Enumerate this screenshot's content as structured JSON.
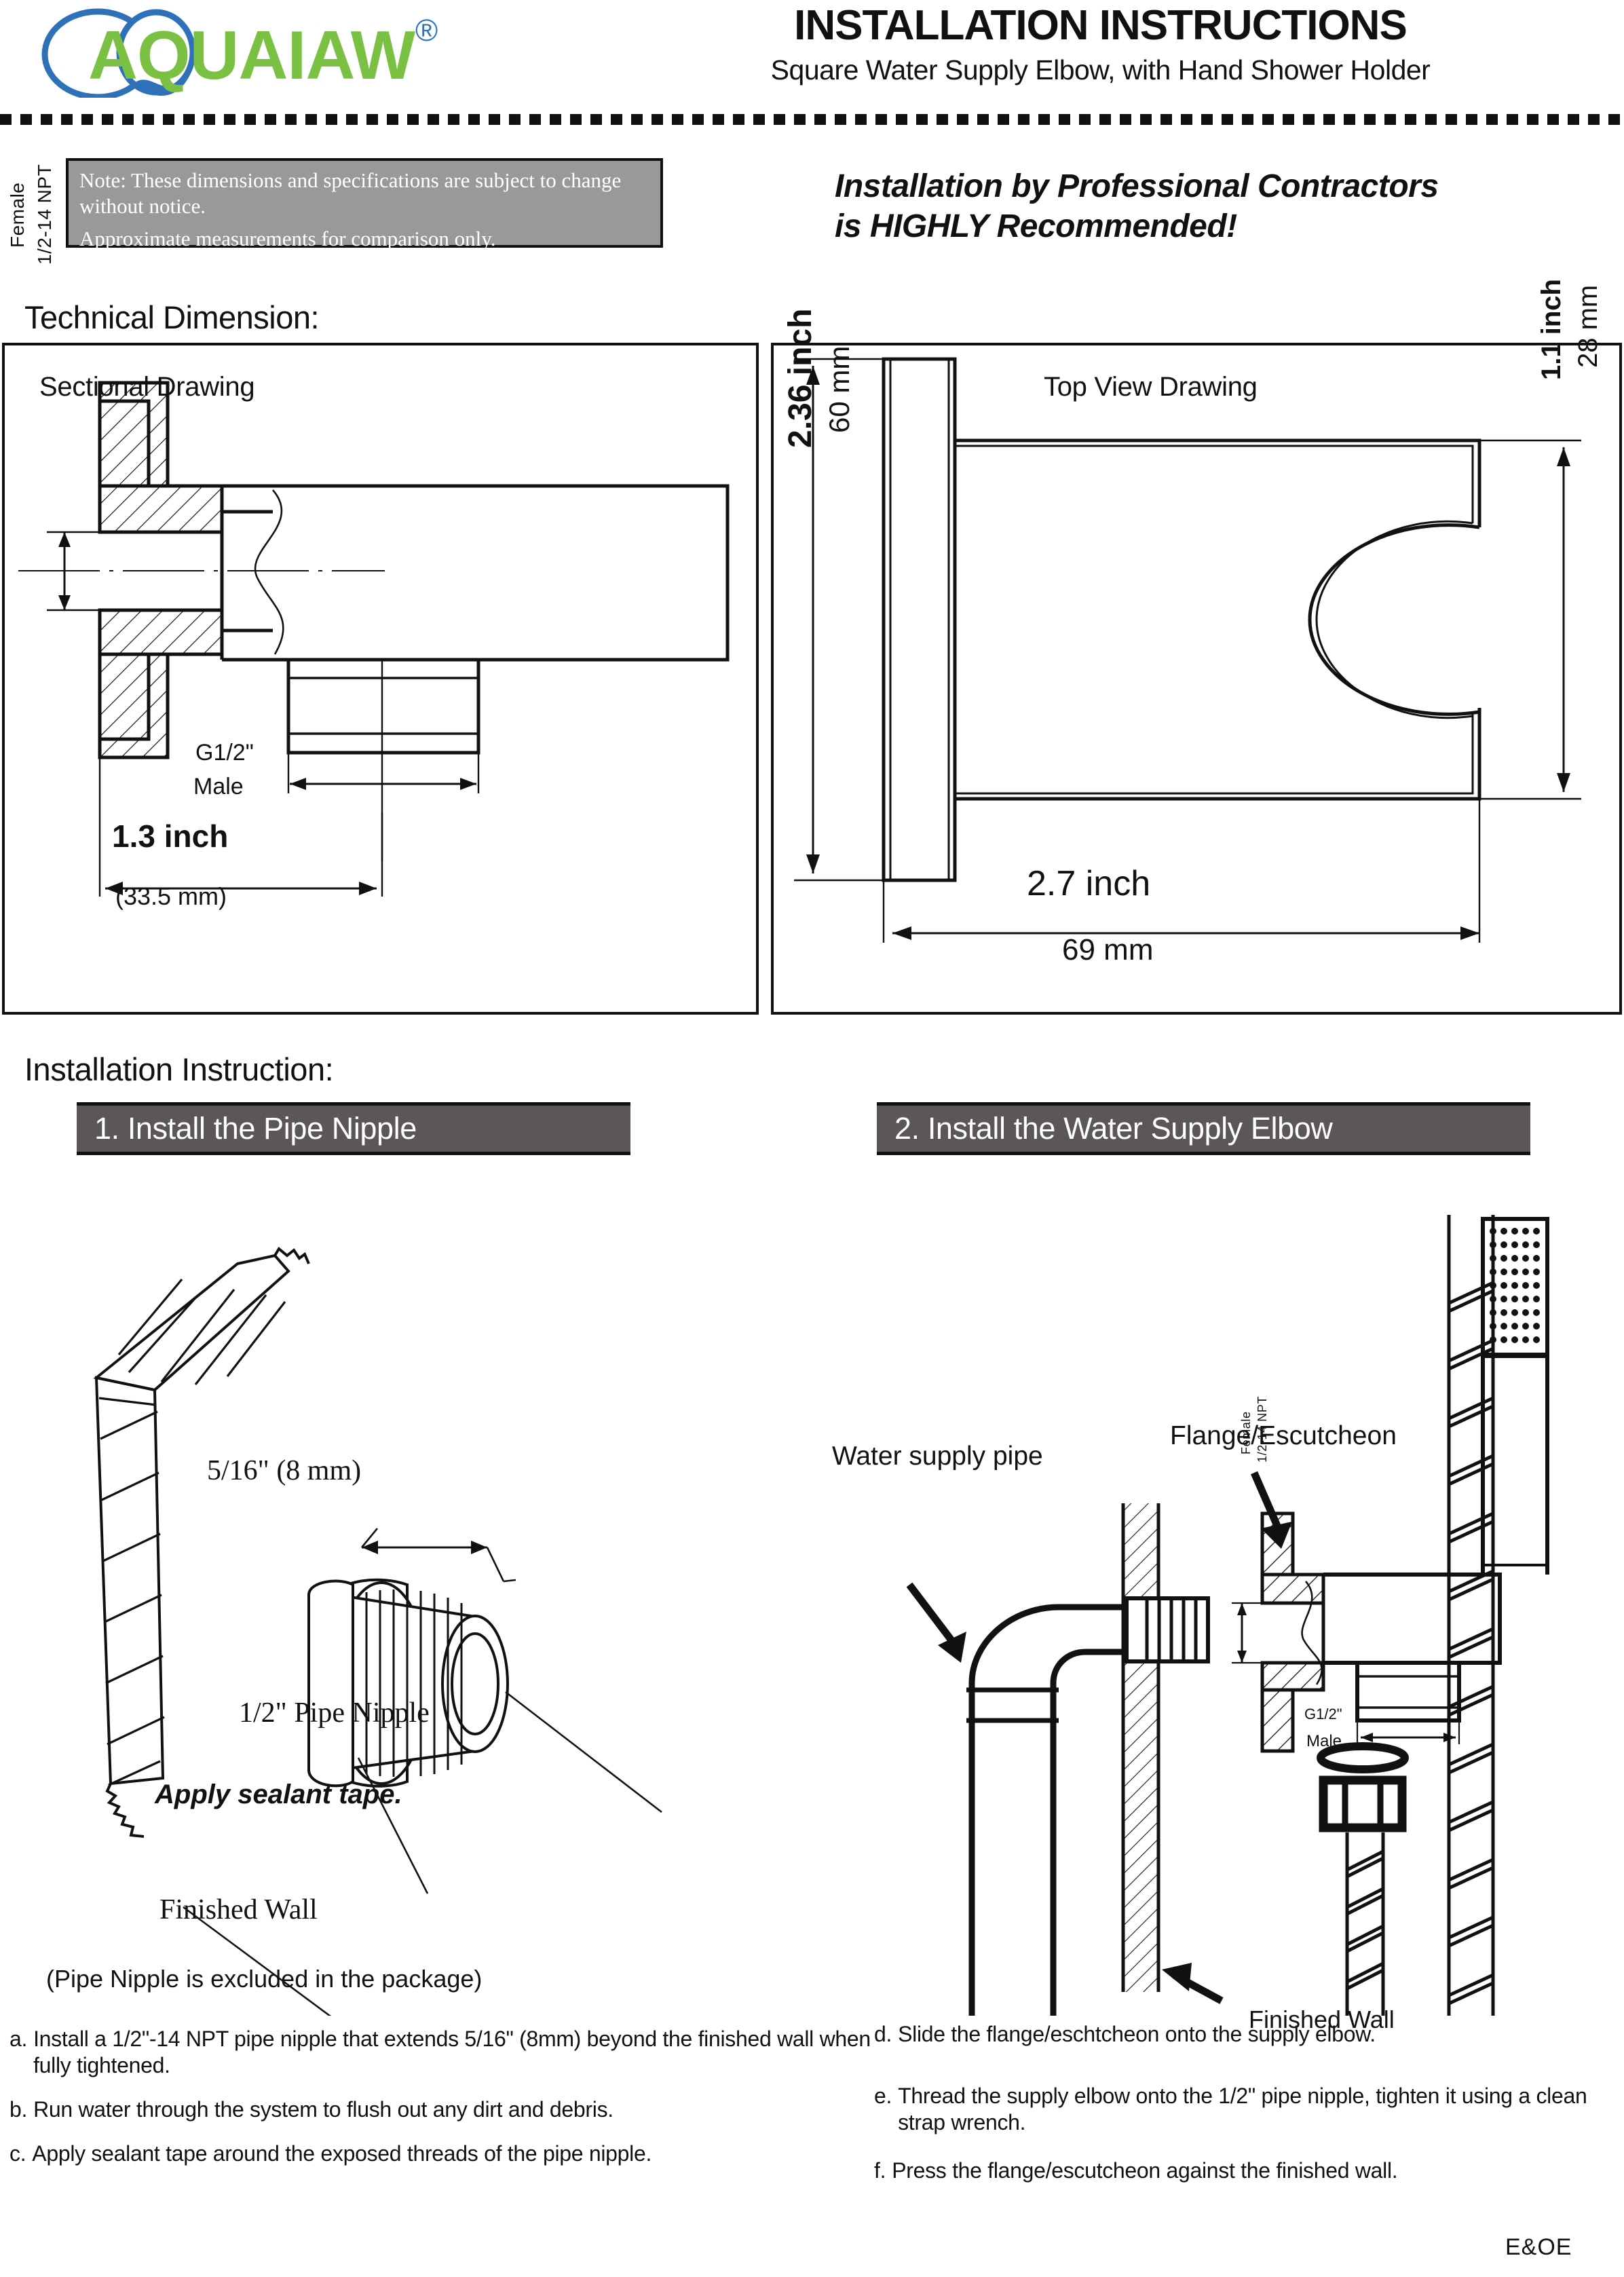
{
  "brand": {
    "name": "AQUAIAW",
    "registered_mark": "®",
    "logo_ellipse_color": "#2e71b8",
    "logo_text_color": "#7ac143",
    "logo_wave_color": "#2e71b8"
  },
  "header": {
    "title": "INSTALLATION INSTRUCTIONS",
    "subtitle": "Square Water Supply Elbow, with Hand Shower Holder"
  },
  "note_box": {
    "background_color": "#999999",
    "text_color": "#ffffff",
    "line1": "Note: These dimensions and specifications are subject to change without notice.",
    "line2": "Approximate measurements for comparison only."
  },
  "contractor_notice": {
    "line1": "Installation by Professional Contractors",
    "line2": "is HIGHLY Recommended!"
  },
  "sections": {
    "technical_dimension_heading": "Technical Dimension:",
    "installation_instruction_heading": "Installation Instruction:"
  },
  "sectional_drawing": {
    "title": "Sectional Drawing",
    "labels": {
      "female_line1": "Female",
      "female_line2": "1/2-14 NPT",
      "male_thread": "G1/2\"",
      "male_word": "Male",
      "length_inch": "1.3 inch",
      "length_mm": "(33.5 mm)"
    }
  },
  "top_view_drawing": {
    "title": "Top View Drawing",
    "labels": {
      "height_inch": "2.36 inch",
      "height_mm": "60 mm",
      "holder_inch": "1.1 inch",
      "holder_mm": "28 mm",
      "depth_inch": "2.7 inch",
      "depth_mm": "69 mm"
    }
  },
  "steps": [
    {
      "banner": "1. Install the Pipe Nipple",
      "banner_bg": "#5b5757",
      "labels": {
        "dimension": "5/16\" (8 mm)",
        "nipple": "1/2\" Pipe Nipple",
        "sealant": "Apply sealant tape.",
        "wall": "Finished Wall",
        "footnote": "(Pipe Nipple is excluded in the package)"
      }
    },
    {
      "banner": "2. Install the Water Supply Elbow",
      "banner_bg": "#5b5757",
      "labels": {
        "flange": "Flange/Escutcheon",
        "supply_pipe": "Water supply pipe",
        "wall": "Finished Wall",
        "female_line1": "Female",
        "female_line2": "1/2-14 NPT",
        "male_thread": "G1/2\"",
        "male_word": "Male"
      }
    }
  ],
  "instructions_left": [
    {
      "marker": "a.",
      "text": "Install a 1/2\"-14 NPT pipe nipple that extends 5/16\" (8mm) beyond the finished wall when fully tightened."
    },
    {
      "marker": "b.",
      "text": "Run water through the system to flush out any dirt and debris."
    },
    {
      "marker": "c.",
      "text": "Apply sealant tape around the exposed threads of the pipe nipple."
    }
  ],
  "instructions_right": [
    {
      "marker": "d.",
      "text": "Slide the flange/eschtcheon onto the supply elbow."
    },
    {
      "marker": "e.",
      "text": "Thread the supply elbow onto the 1/2\" pipe nipple, tighten it using a clean strap wrench."
    },
    {
      "marker": "f.",
      "text": "Press the flange/escutcheon against the finished wall."
    }
  ],
  "footer": {
    "disclaimer": "E&OE"
  }
}
